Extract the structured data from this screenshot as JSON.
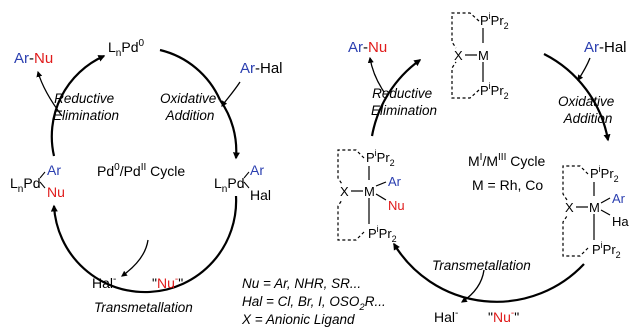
{
  "left": {
    "lnpd0": {
      "main": "L",
      "sub": "n",
      "pd": "Pd",
      "sup": "0"
    },
    "product": {
      "ar": "Ar",
      "dash": "-",
      "nu": "Nu"
    },
    "reagent": {
      "ar": "Ar",
      "hal": "-Hal"
    },
    "reductive": [
      "Reductive",
      "Elimination"
    ],
    "oxidative": [
      "Oxidative",
      "Addition"
    ],
    "cycle_name": {
      "a": "Pd",
      "a_sup": "0",
      "slash": "/Pd",
      "b_sup": "II",
      "rest": " Cycle"
    },
    "left_complex": {
      "l": "L",
      "n": "n",
      "pd": "Pd",
      "ar": "Ar",
      "nu": "Nu"
    },
    "right_complex": {
      "l": "L",
      "n": "n",
      "pd": "Pd",
      "ar": "Ar",
      "hal": "Hal"
    },
    "hal_minus": {
      "hal": "Hal",
      "sup": "-"
    },
    "nu_minus": {
      "q1": "\"",
      "nu": "Nu",
      "sup": "-",
      "q2": "\""
    },
    "transmetallation": "Transmetallation"
  },
  "right": {
    "product": {
      "ar": "Ar",
      "dash": "-",
      "nu": "Nu"
    },
    "reagent": {
      "ar": "Ar",
      "hal": "-Hal"
    },
    "reductive": [
      "Reductive",
      "Elimination"
    ],
    "oxidative": [
      "Oxidative",
      "Addition"
    ],
    "cycle_name": {
      "m1": "M",
      "sup1": "I",
      "slash": "/M",
      "sup2": "III",
      "rest": " Cycle"
    },
    "metals": "M = Rh, Co",
    "transmetallation": "Transmetallation",
    "hal_minus": {
      "hal": "Hal",
      "sup": "-"
    },
    "nu_minus": {
      "q1": "\"",
      "nu": "Nu",
      "sup": "-",
      "q2": "\""
    },
    "pincer": {
      "p": "P",
      "p_sup": "i",
      "pr": "Pr",
      "pr_sub": "2",
      "x": "X",
      "m": "M"
    },
    "complex_ligands": {
      "ar": "Ar",
      "nu": "Nu",
      "ha": "Ha"
    }
  },
  "legend": [
    {
      "lhs": "Nu",
      "rhs": " = Ar, NHR, SR..."
    },
    {
      "lhs": "Hal",
      "rhs": " = Cl, Br, I, OSO",
      "sub": "2",
      "tail": "R..."
    },
    {
      "lhs": "X",
      "rhs": " = Anionic Ligand"
    }
  ]
}
